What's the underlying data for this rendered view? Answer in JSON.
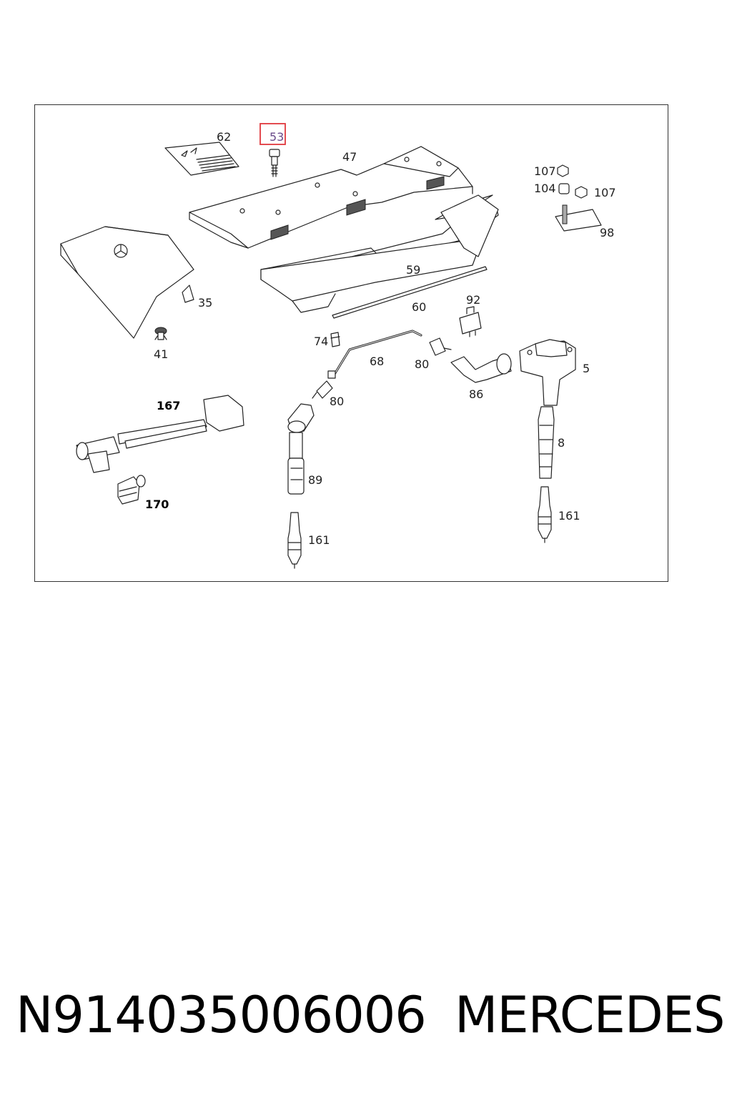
{
  "footer": {
    "part_number": "N914035006006",
    "brand": "MERCEDES"
  },
  "highlight_color": "#e0383e",
  "diagram": {
    "labels": {
      "p62": "62",
      "p53": "53",
      "p47": "47",
      "p107a": "107",
      "p104": "104",
      "p107b": "107",
      "p98": "98",
      "p35": "35",
      "p59": "59",
      "p41": "41",
      "p92": "92",
      "p60": "60",
      "p74": "74",
      "p68": "68",
      "p80a": "80",
      "p5": "5",
      "p80b": "80",
      "p86": "86",
      "p167": "167",
      "p8": "8",
      "p89": "89",
      "p170": "170",
      "p161a": "161",
      "p161b": "161"
    }
  }
}
